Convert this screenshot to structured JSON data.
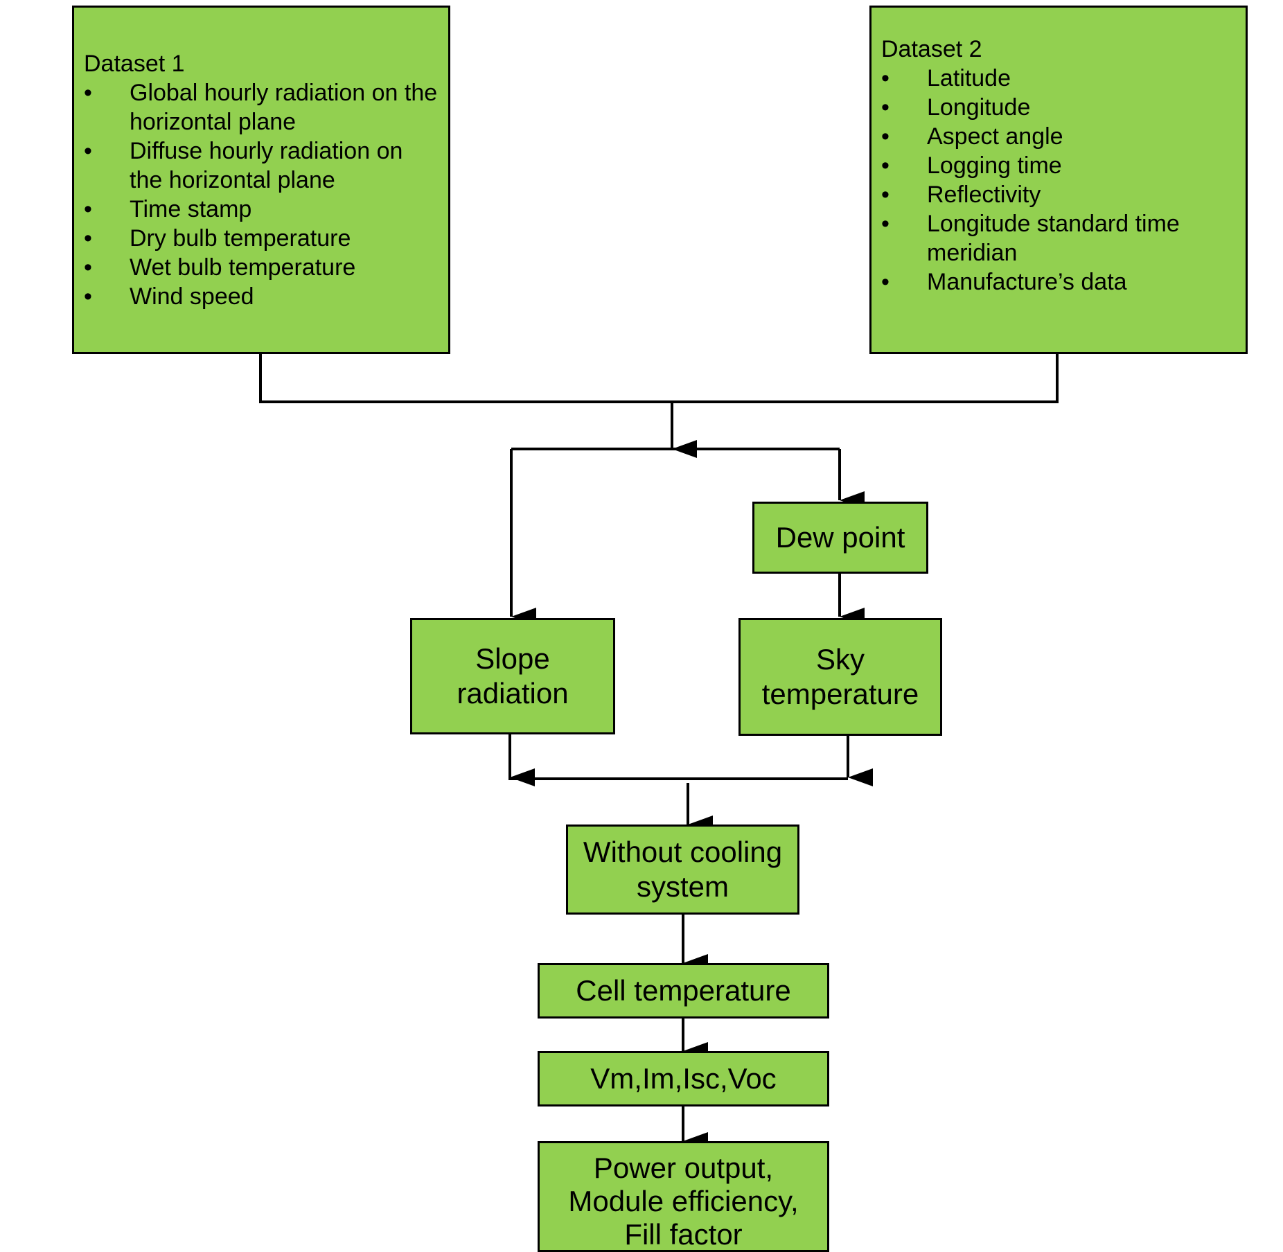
{
  "colors": {
    "box_fill": "#92D050",
    "line": "#000000",
    "background": "#FFFFFF"
  },
  "dataset1": {
    "title": "Dataset 1",
    "items": [
      "Global hourly radiation on the horizontal plane",
      "Diffuse hourly radiation on the horizontal plane",
      "Time stamp",
      "Dry bulb temperature",
      "Wet bulb temperature",
      "Wind speed"
    ]
  },
  "dataset2": {
    "title": "Dataset 2",
    "items": [
      "Latitude",
      "Longitude",
      "Aspect angle",
      "Logging time",
      "Reflectivity",
      "Longitude standard time meridian",
      "Manufacture’s data"
    ]
  },
  "nodes": {
    "dew_point": [
      "Dew point"
    ],
    "slope_radiation": [
      "Slope",
      "radiation"
    ],
    "sky_temperature": [
      "Sky",
      "temperature"
    ],
    "without_cooling": [
      "Without cooling",
      "system"
    ],
    "cell_temperature": [
      "Cell temperature"
    ],
    "parameters": [
      "Vm,Im,Isc,Voc"
    ],
    "outputs": [
      "Power output,",
      "Module efficiency,",
      "Fill factor"
    ]
  }
}
